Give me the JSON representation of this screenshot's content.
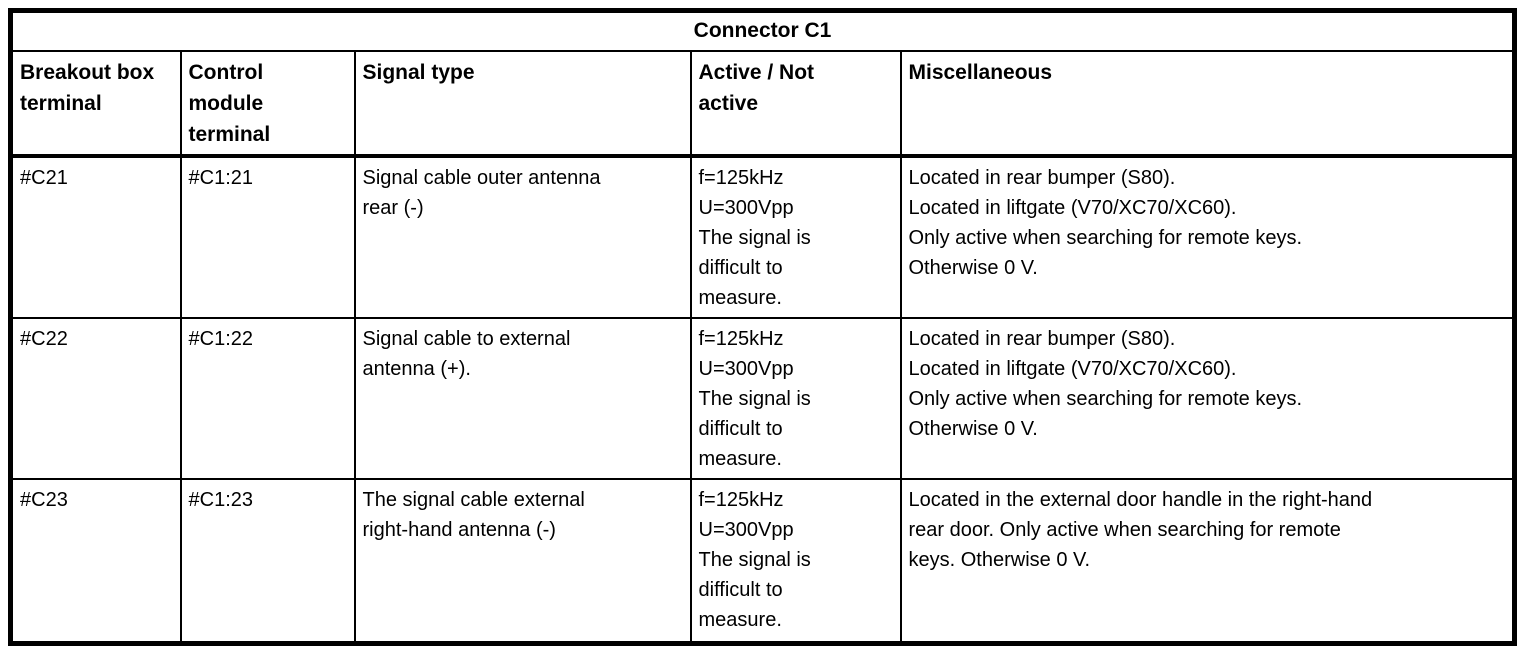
{
  "page": {
    "background_color": "#ffffff",
    "border_color": "#000000",
    "text_color": "#000000"
  },
  "table": {
    "title": "Connector C1",
    "columns": [
      "Breakout box\nterminal",
      "Control\nmodule\nterminal",
      "Signal type",
      "Active / Not\nactive",
      "Miscellaneous"
    ],
    "rows": [
      {
        "breakout_box_terminal": "#C21",
        "control_module_terminal": "#C1:21",
        "signal_type": "Signal cable outer antenna\nrear (-)",
        "active_not_active": "f=125kHz\nU=300Vpp\nThe signal is\ndifficult to\nmeasure.",
        "miscellaneous": "Located in rear bumper (S80).\nLocated in liftgate (V70/XC70/XC60).\nOnly active when searching for remote keys.\nOtherwise 0 V."
      },
      {
        "breakout_box_terminal": "#C22",
        "control_module_terminal": "#C1:22",
        "signal_type": "Signal cable to external\nantenna (+).",
        "active_not_active": "f=125kHz\nU=300Vpp\nThe signal is\ndifficult to\nmeasure.",
        "miscellaneous": "Located in rear bumper (S80).\nLocated in liftgate (V70/XC70/XC60).\nOnly active when searching for remote keys.\nOtherwise 0 V."
      },
      {
        "breakout_box_terminal": "#C23",
        "control_module_terminal": "#C1:23",
        "signal_type": "The signal cable external\nright-hand antenna (-)",
        "active_not_active": "f=125kHz\nU=300Vpp\nThe signal is\ndifficult to\nmeasure.",
        "miscellaneous": "Located in the external door handle in the right-hand\nrear door. Only active when searching for remote\nkeys. Otherwise 0 V."
      }
    ]
  }
}
